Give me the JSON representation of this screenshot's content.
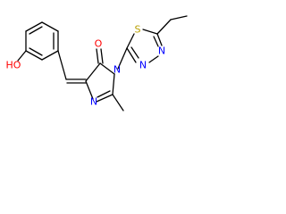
{
  "molecule": {
    "atom_labels": {
      "hydroxyl_oxygen": "HO",
      "carbonyl_oxygen": "O",
      "imidazole_n_ring": "N",
      "imidazole_n_imine": "N",
      "thiadiazole_sulfur": "S",
      "thiadiazole_n_upper": "N",
      "thiadiazole_n_lower": "N"
    },
    "colors": {
      "carbon_bonds": "#000000",
      "oxygen": "#ff0000",
      "nitrogen": "#0000ff",
      "sulfur": "#b8a000"
    }
  }
}
